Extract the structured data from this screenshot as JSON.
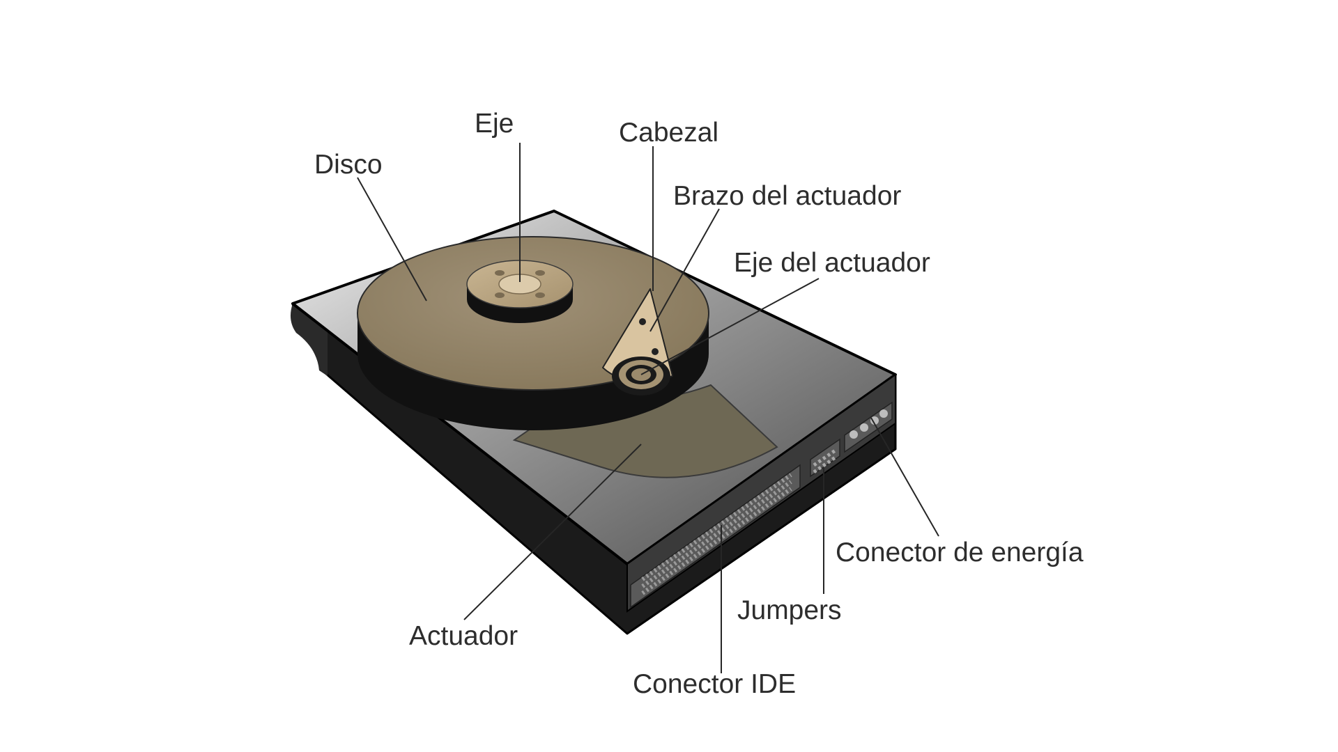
{
  "labels": {
    "eje": "Eje",
    "cabezal": "Cabezal",
    "disco": "Disco",
    "brazo_actuador": "Brazo del actuador",
    "eje_actuador": "Eje del actuador",
    "actuador": "Actuador",
    "conector_energia": "Conector de energía",
    "jumpers": "Jumpers",
    "conector_ide": "Conector IDE"
  },
  "colors": {
    "background": "#ffffff",
    "platter": "#8f8068",
    "platter_edge": "#141414",
    "chassis_top": "#aaaaaa",
    "chassis_side": "#1e1e1e",
    "actuator": "#6f6a58",
    "arm": "#d9c4a0",
    "label_text": "#2d2d2d"
  }
}
